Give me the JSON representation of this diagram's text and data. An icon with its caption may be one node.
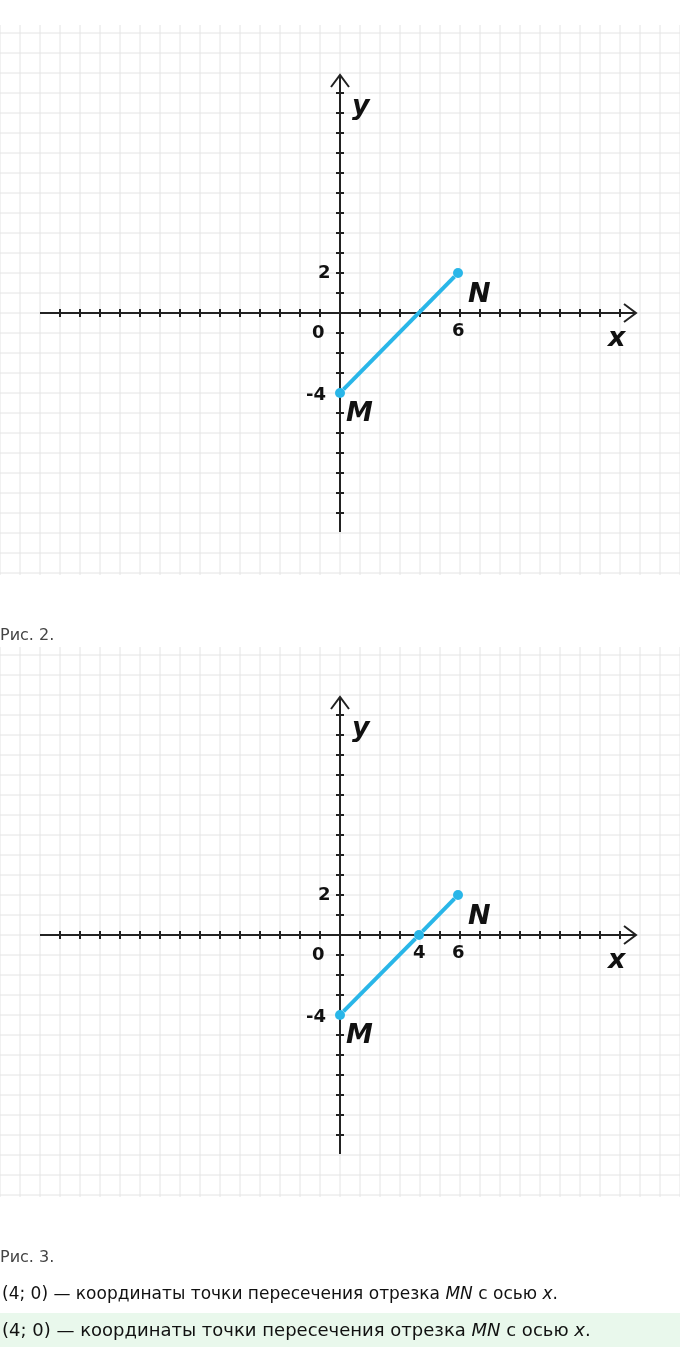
{
  "diagram": {
    "nodes": [
      {
        "text": [],
        "shape": "circle",
        "beside": [
          "N"
        ]
      },
      {
        "text": [],
        "shape": "circle",
        "beside": [
          "M"
        ]
      },
      {
        "text": [],
        "shape": "circle",
        "beside": [
          "N"
        ]
      },
      {
        "text": [],
        "shape": "circle"
      },
      {
        "text": [],
        "shape": "circle",
        "beside": [
          "M"
        ]
      }
    ],
    "edges": [
      {
        "from": 1,
        "to": 0,
        "arrow": "none"
      },
      {
        "from": 4,
        "to": 3,
        "arrow": "none"
      },
      {
        "from": 3,
        "to": 2,
        "arrow": "none"
      }
    ],
    "labels": [
      "y",
      "2",
      "0",
      "6",
      "x",
      "-4",
      "Рис. 2.",
      "y",
      "2",
      "0",
      "4",
      "6",
      "x",
      "-4",
      "Рис. 3.",
      "(4; 0) — координаты точки пересечения отрезка *MN* с осью *x*.",
      "(4; 0) — координаты точки пересечения отрезка *MN* с осью *x*."
    ]
  }
}
